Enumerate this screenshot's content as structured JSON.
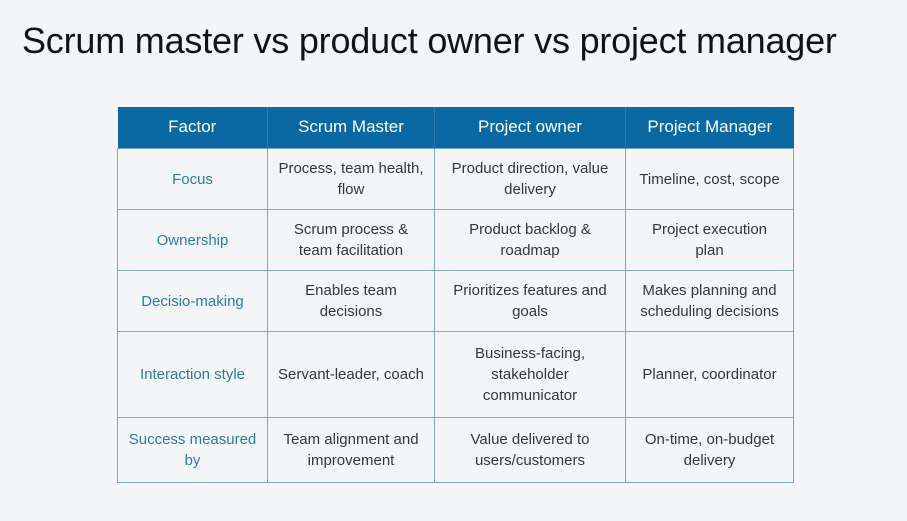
{
  "slide": {
    "title": "Scrum master vs product owner vs project manager",
    "background_color": "#f4f5f7"
  },
  "theme": {
    "header_bg": "#0a69a3",
    "header_text": "#ffffff",
    "border_color": "#7fa8bd",
    "cell_bg": "#f3f5f7",
    "body_text": "#33383c",
    "factor_text": "#2e7ba0",
    "title_text": "#111315"
  },
  "table": {
    "columns": [
      "Factor",
      "Scrum Master",
      "Project owner",
      "Project Manager"
    ],
    "rows": [
      {
        "factor": "Focus",
        "scrum_master": "Process, team health, flow",
        "project_owner": "Product direction, value delivery",
        "project_manager": "Timeline, cost, scope"
      },
      {
        "factor": "Ownership",
        "scrum_master": "Scrum process & team facilitation",
        "project_owner": "Product backlog & roadmap",
        "project_manager": "Project execution plan"
      },
      {
        "factor": "Decisio-making",
        "scrum_master": "Enables team decisions",
        "project_owner": "Prioritizes features and goals",
        "project_manager": "Makes planning and scheduling decisions"
      },
      {
        "factor": "Interaction style",
        "scrum_master": "Servant-leader, coach",
        "project_owner": "Business-facing, stakeholder communicator",
        "project_manager": "Planner, coordinator"
      },
      {
        "factor": "Success measured by",
        "scrum_master": "Team alignment and improvement",
        "project_owner": "Value delivered to users/customers",
        "project_manager": "On-time, on-budget delivery"
      }
    ]
  }
}
